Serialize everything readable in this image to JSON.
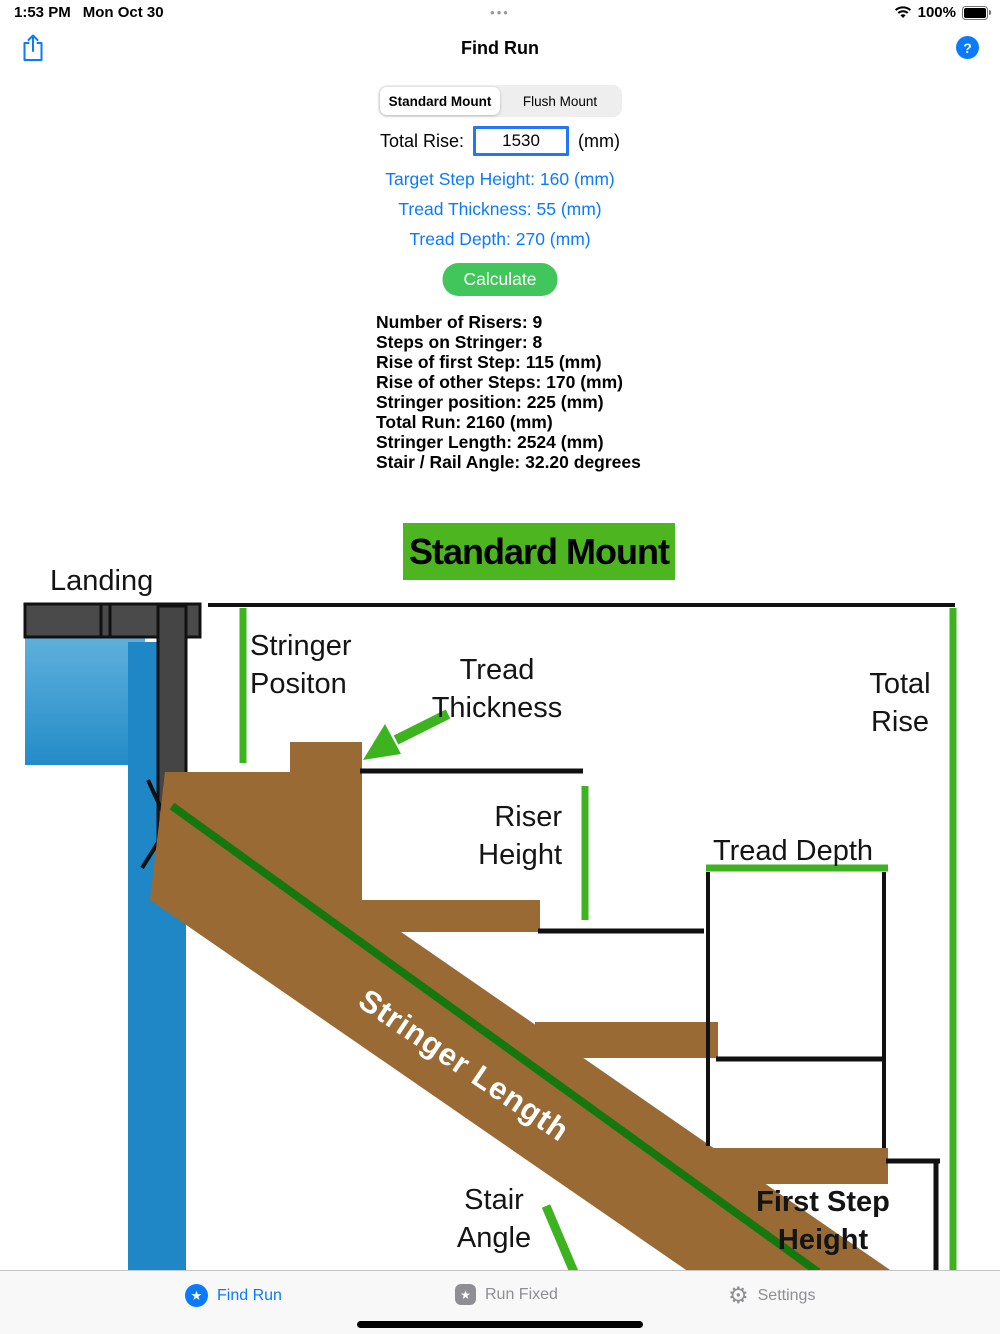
{
  "status_bar": {
    "time": "1:53 PM",
    "date": "Mon Oct 30",
    "handoff_dots": "•••",
    "battery_percent": "100%"
  },
  "nav": {
    "title": "Find Run",
    "help": "?"
  },
  "segmented": {
    "options": [
      {
        "label": "Standard Mount",
        "selected": true
      },
      {
        "label": "Flush Mount",
        "selected": false
      }
    ]
  },
  "form": {
    "total_rise_label": "Total Rise:",
    "total_rise_value": "1530",
    "unit": "(mm)",
    "params": [
      "Target Step Height: 160 (mm)",
      "Tread Thickness: 55 (mm)",
      "Tread Depth: 270 (mm)"
    ],
    "calculate": "Calculate"
  },
  "results": {
    "lines": [
      "Number of Risers: 9",
      "Steps on Stringer: 8",
      "Rise of first Step: 115 (mm)",
      "Rise of other Steps: 170 (mm)",
      "Stringer position: 225 (mm)",
      "Total Run: 2160 (mm)",
      "Stringer Length: 2524 (mm)",
      "Stair / Rail Angle: 32.20 degrees"
    ]
  },
  "diagram": {
    "title": "Standard Mount",
    "labels": {
      "landing": "Landing",
      "stringer_position": "Stringer\nPositon",
      "tread_thickness": "Tread\nThickness",
      "total_rise": "Total\nRise",
      "riser_height": "Riser\nHeight",
      "tread_depth": "Tread Depth",
      "stringer_length": "Stringer Length",
      "stair_angle": "Stair\nAngle",
      "first_step_height": "First Step\nHeight"
    }
  },
  "tab_bar": {
    "items": [
      {
        "label": "Find Run",
        "icon": "star-circle-icon",
        "glyph": "★",
        "active": true
      },
      {
        "label": "Run Fixed",
        "icon": "star-square-icon",
        "glyph": "★",
        "active": false
      },
      {
        "label": "Settings",
        "icon": "gear-icon",
        "glyph": "⚙",
        "active": false
      }
    ]
  },
  "colors": {
    "accent_blue": "#0a7aff",
    "calculate_green": "#41c65c",
    "diagram_green": "#3cb31f",
    "stringer_line_green": "#15780f",
    "title_bg_green": "#4db520",
    "wood_brown": "#9a6a35",
    "water_blue": "#2a8fc9"
  }
}
